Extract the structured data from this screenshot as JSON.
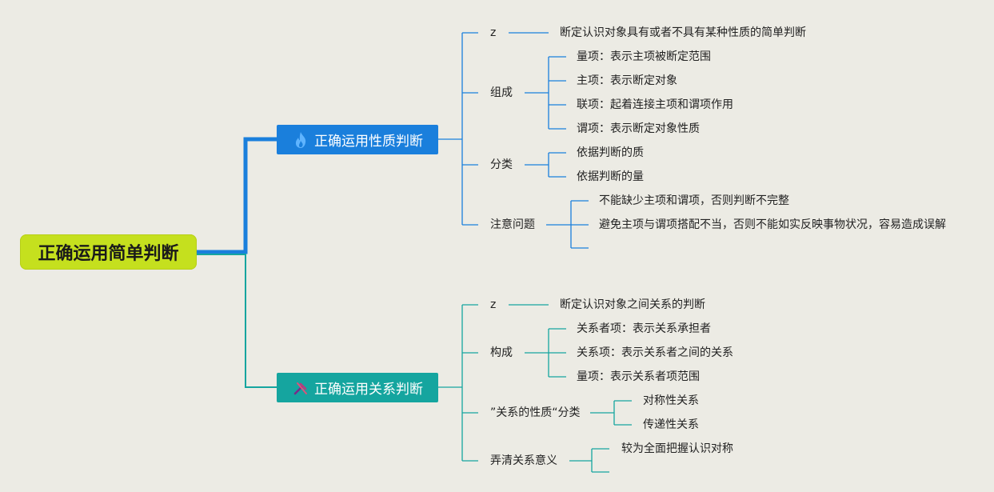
{
  "root": {
    "label": "正确运用简单判断"
  },
  "branch1": {
    "label": "正确运用性质判断",
    "icon": "flame-icon",
    "color": "#1a7fdc",
    "items": {
      "def_key": "z",
      "def_value": "断定认识对象具有或者不具有某种性质的简单判断",
      "composition": {
        "label": "组成",
        "children": [
          "量项：表示主项被断定范围",
          "主项：表示断定对象",
          "联项：起着连接主项和谓项作用",
          "谓项：表示断定对象性质"
        ]
      },
      "classification": {
        "label": "分类",
        "children": [
          "依据判断的质",
          "依据判断的量"
        ]
      },
      "notes": {
        "label": "注意问题",
        "children": [
          "不能缺少主项和谓项，否则判断不完整",
          "避免主项与谓项搭配不当，否则不能如实反映事物状况，容易造成误解"
        ]
      }
    }
  },
  "branch2": {
    "label": "正确运用关系判断",
    "icon": "tools-icon",
    "color": "#15a59f",
    "items": {
      "def_key": "z",
      "def_value": "断定认识对象之间关系的判断",
      "structure": {
        "label": "构成",
        "children": [
          "关系者项：表示关系承担者",
          "关系项：表示关系者之间的关系",
          "量项：表示关系者项范围"
        ]
      },
      "nature": {
        "label": "”关系的性质“分类",
        "children": [
          "对称性关系",
          "传递性关系"
        ]
      },
      "meaning": {
        "label": "弄清关系意义",
        "children": [
          "较为全面把握认识对称"
        ]
      }
    }
  }
}
